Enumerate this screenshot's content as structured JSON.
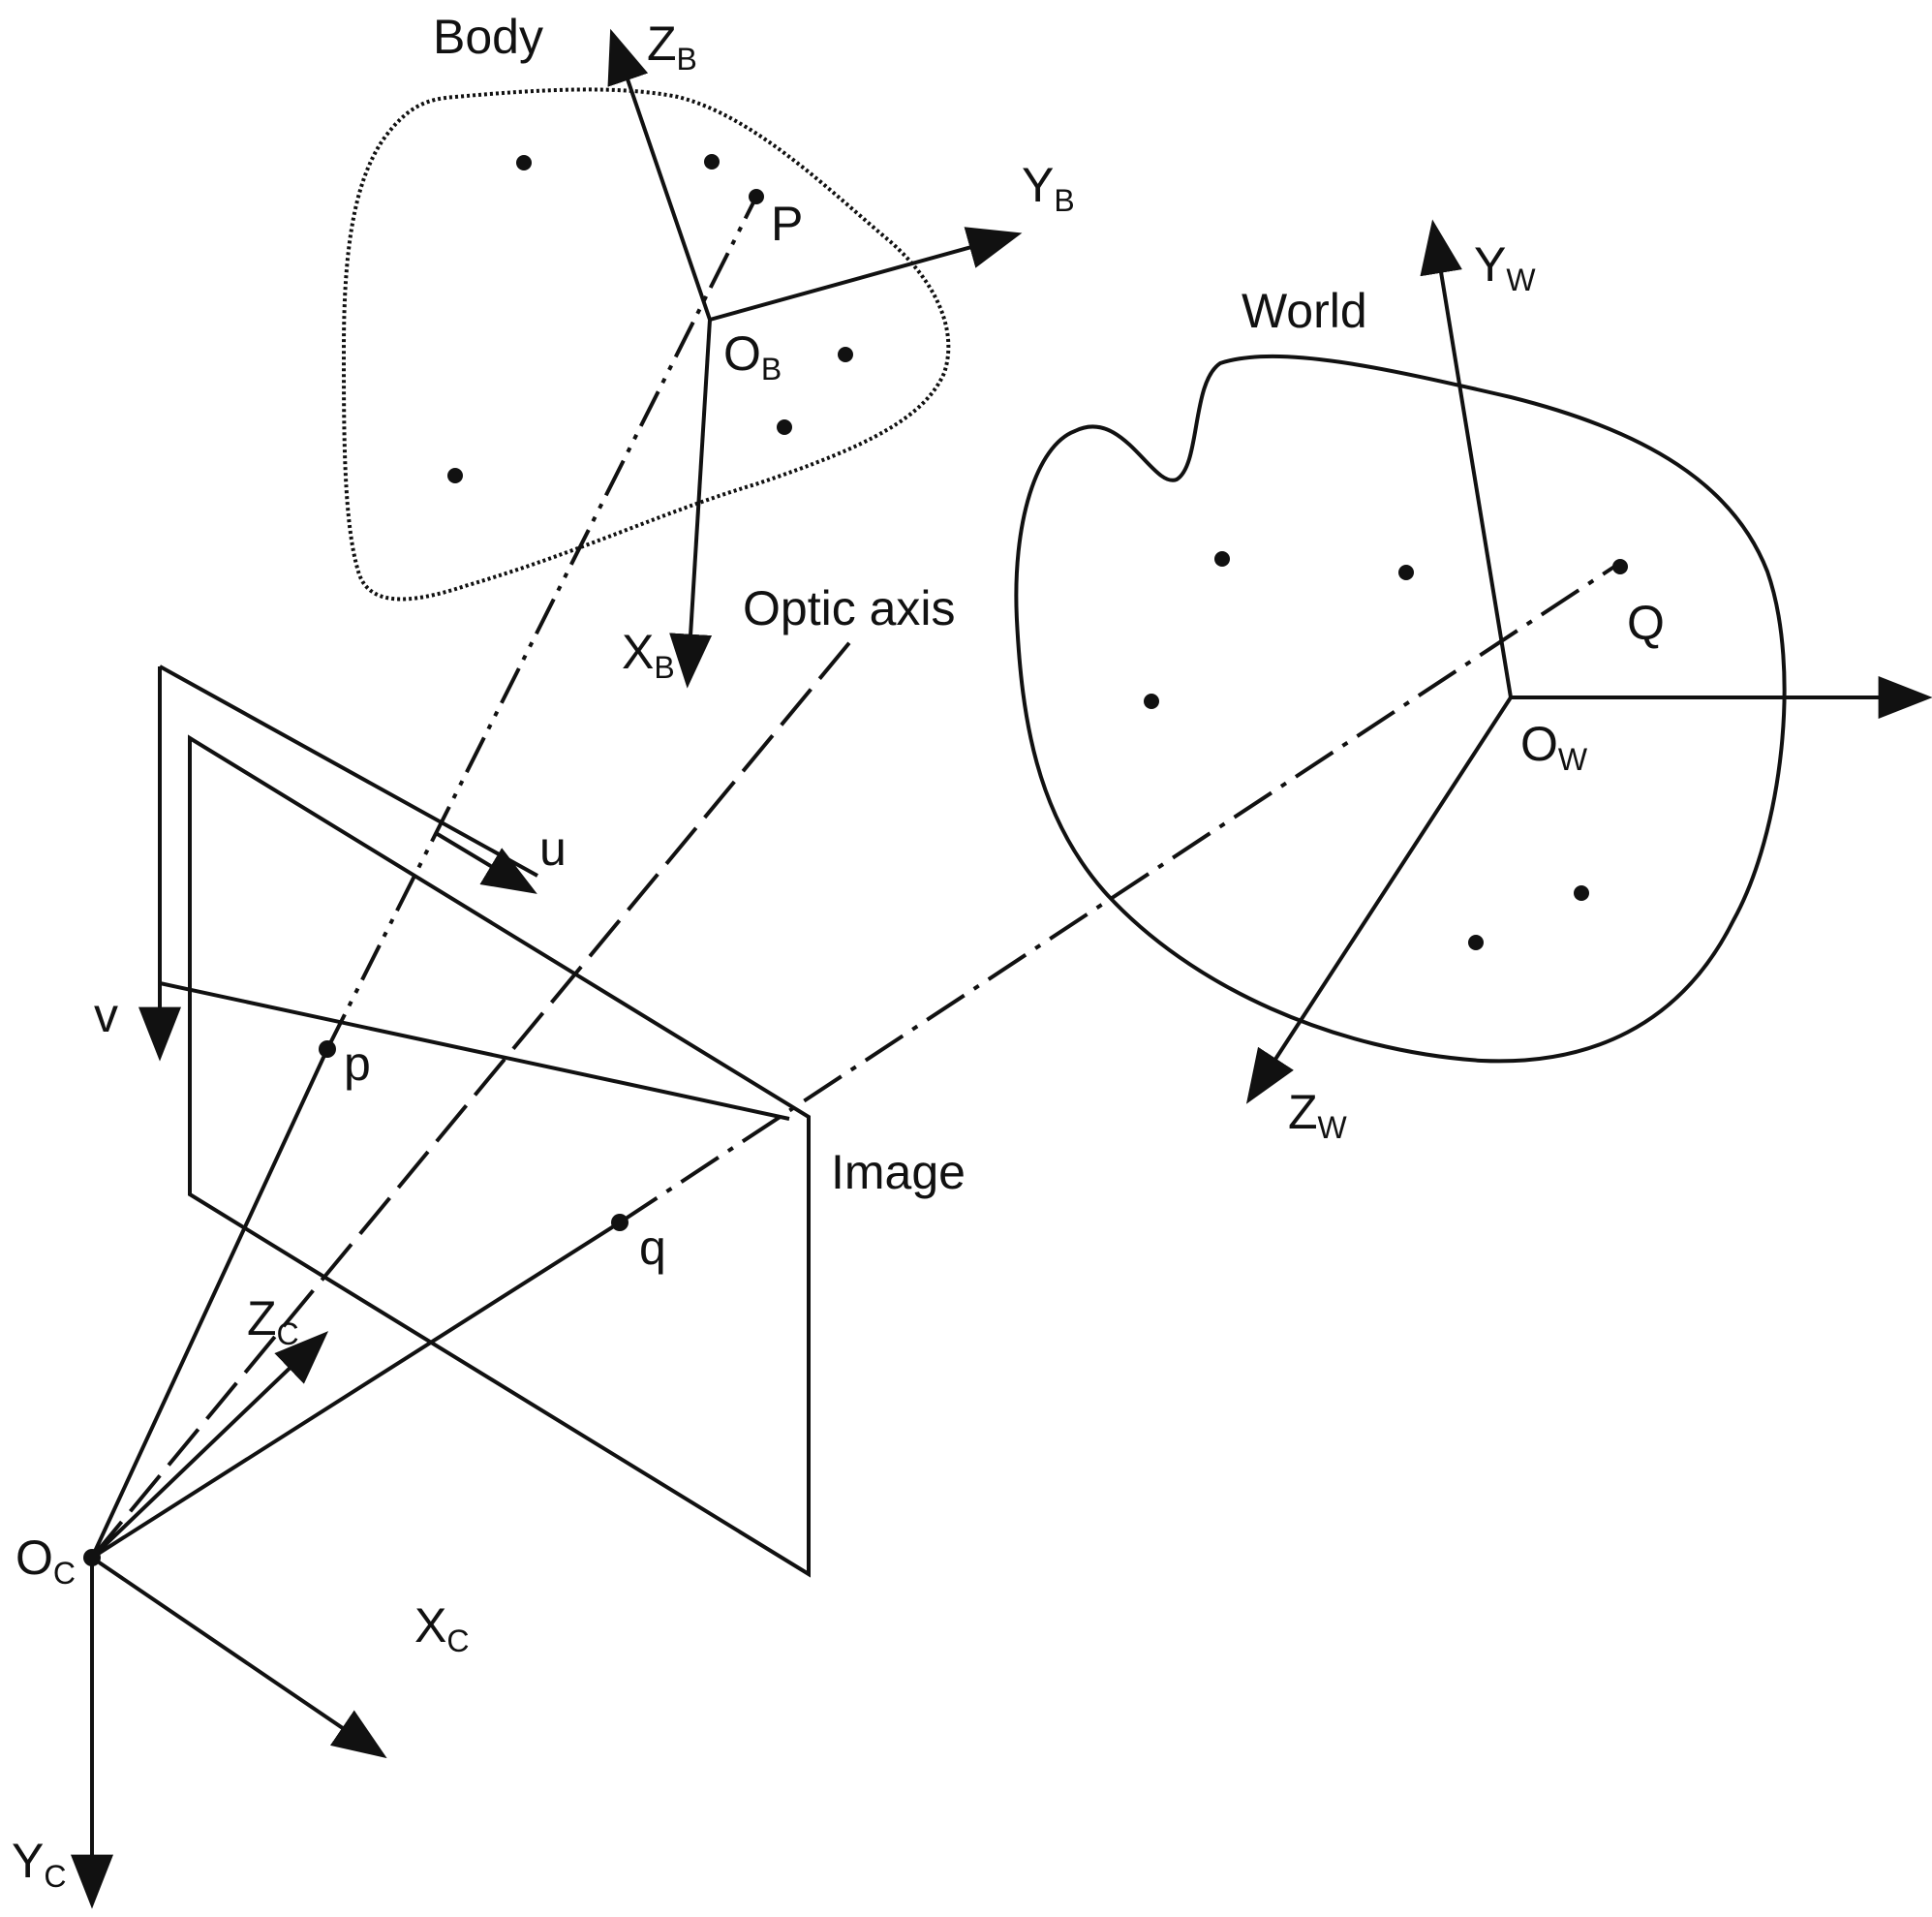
{
  "labels": {
    "body": "Body",
    "world": "World",
    "image": "Image",
    "optic_axis": "Optic axis",
    "point_P": "P",
    "point_Q": "Q",
    "point_p": "p",
    "point_q": "q",
    "u": "u",
    "v": "v"
  },
  "axes": {
    "ZB": {
      "main": "Z",
      "sub": "B"
    },
    "YB": {
      "main": "Y",
      "sub": "B"
    },
    "XB": {
      "main": "X",
      "sub": "B"
    },
    "OB": {
      "main": "O",
      "sub": "B"
    },
    "YW": {
      "main": "Y",
      "sub": "W"
    },
    "ZW": {
      "main": "Z",
      "sub": "W"
    },
    "OW": {
      "main": "O",
      "sub": "W"
    },
    "ZC": {
      "main": "Z",
      "sub": "C"
    },
    "XC": {
      "main": "X",
      "sub": "C"
    },
    "YC": {
      "main": "Y",
      "sub": "C"
    },
    "OC": {
      "main": "O",
      "sub": "C"
    }
  },
  "colors": {
    "ink": "#111111",
    "background": "#ffffff"
  }
}
